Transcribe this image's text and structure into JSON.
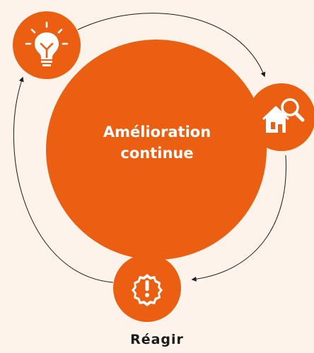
{
  "diagram": {
    "center_title_line1": "Amélioration",
    "center_title_line2": "continue",
    "steps": [
      {
        "icon": "lightbulb-icon",
        "label": ""
      },
      {
        "icon": "house-search-icon",
        "label": ""
      },
      {
        "icon": "alert-badge-icon",
        "label": "Réagir"
      }
    ]
  },
  "colors": {
    "background": "#fdf3ea",
    "accent": "#ea5f12",
    "line": "#1a1a1a",
    "text_dark": "#1a1a1a",
    "text_light": "#ffffff"
  }
}
